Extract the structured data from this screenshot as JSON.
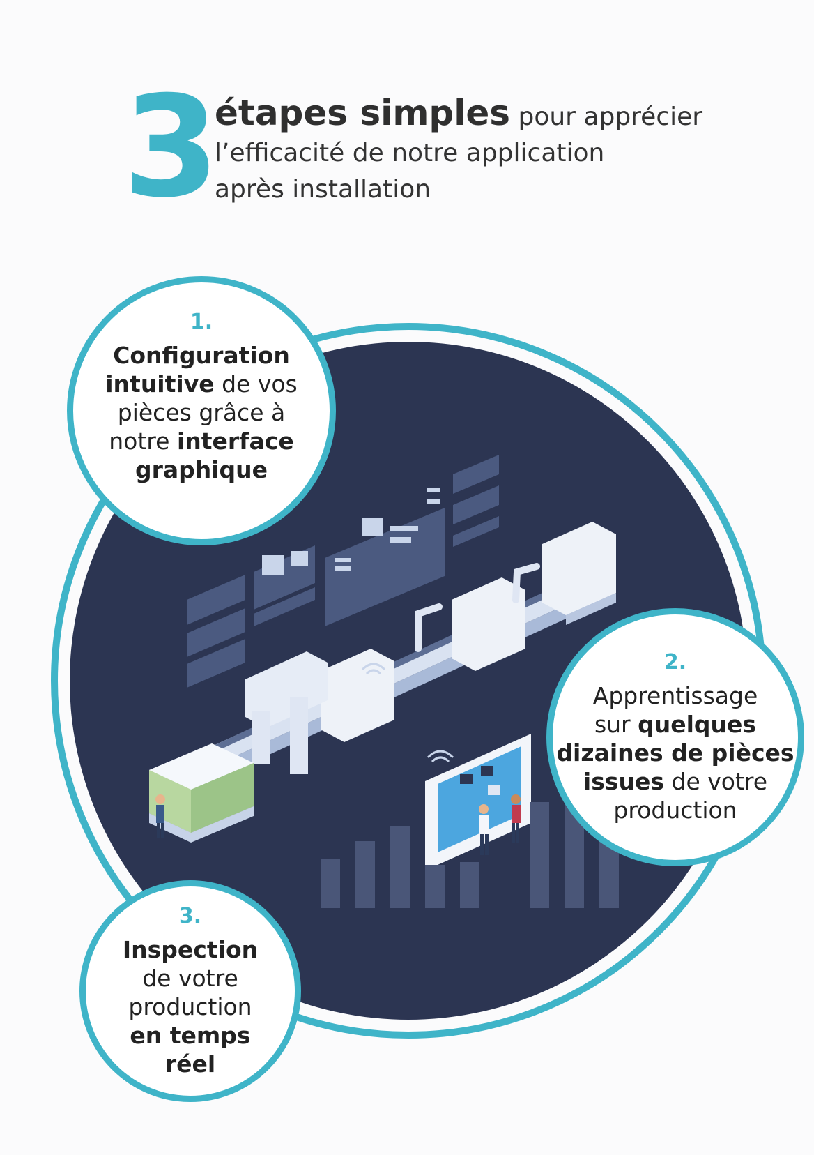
{
  "header": {
    "number": "3",
    "headline_strong": "étapes simples",
    "headline_rest_1": " pour apprécier",
    "headline_line2": "l’efficacité de notre application",
    "headline_line3": "après installation"
  },
  "steps": [
    {
      "number": "1.",
      "parts": [
        "Configuration",
        "intuitive",
        " de vos",
        "pièces grâce à",
        "notre ",
        "interface",
        "graphique"
      ]
    },
    {
      "number": "2.",
      "parts": [
        "Apprentissage",
        "sur ",
        "quelques",
        "dizaines de pièces",
        "issues",
        " de votre",
        "production"
      ]
    },
    {
      "number": "3.",
      "parts": [
        "Inspection",
        "de votre",
        "production",
        "en temps",
        "réel"
      ]
    }
  ],
  "colors": {
    "accent": "#3fb4c8",
    "navy": "#2c3552",
    "text": "#2b2b2b"
  }
}
